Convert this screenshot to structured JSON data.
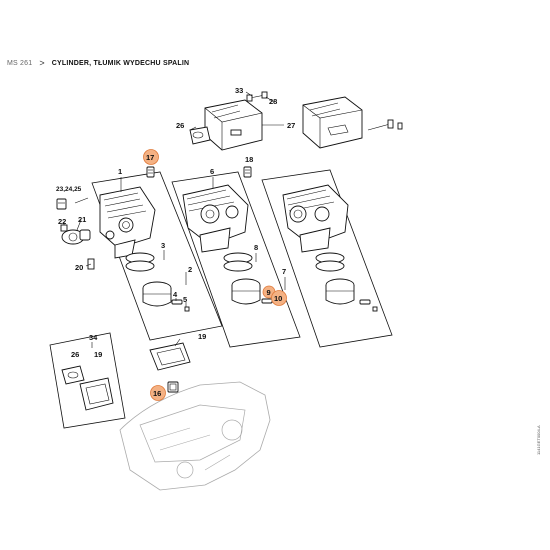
{
  "breadcrumb": {
    "model": "MS 261",
    "separator": ">",
    "title": "CYLINDER, TŁUMIK WYDECHU SPALIN"
  },
  "callouts": {
    "n1": "1",
    "n2": "2",
    "n3": "3",
    "n4": "4",
    "n5": "5",
    "n6": "6",
    "n7": "7",
    "n8": "8",
    "n9": "9",
    "n10": "10",
    "n16": "16",
    "n17": "17",
    "n18": "18",
    "n19a": "19",
    "n19b": "19",
    "n20": "20",
    "n21": "21",
    "n22": "22",
    "n23": "23,24,25",
    "n26a": "26",
    "n26b": "26",
    "n27": "27",
    "n28": "28",
    "n33": "33",
    "n34": "34"
  },
  "highlight_color": "#f4b183",
  "doc_code": "1141GET0004-A"
}
